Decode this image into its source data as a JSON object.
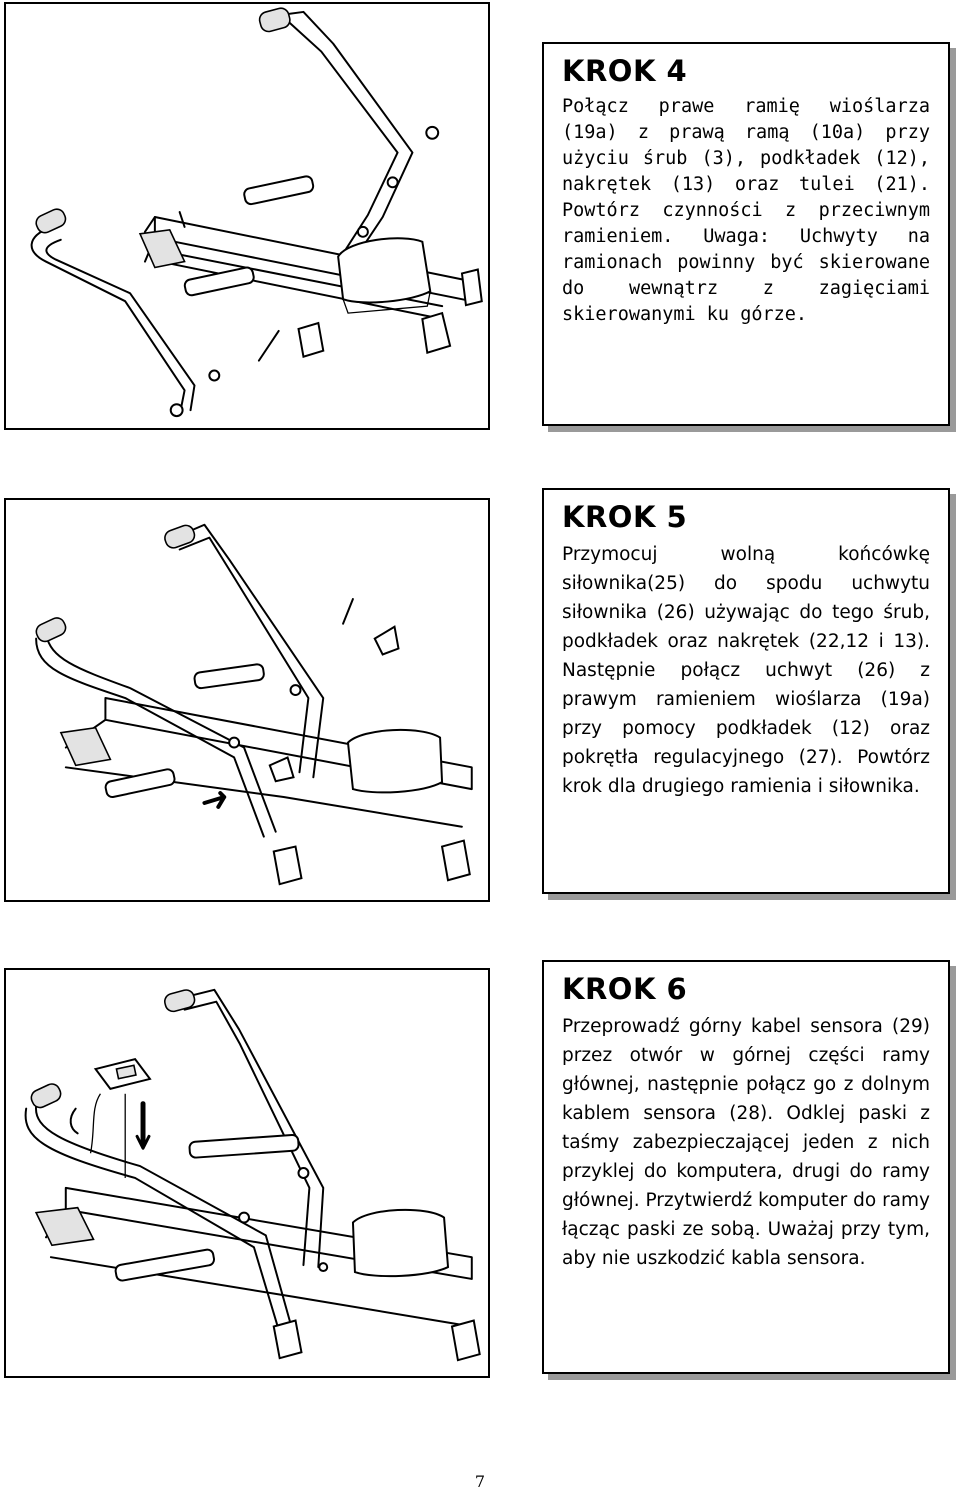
{
  "steps": [
    {
      "title": "KROK 4",
      "text": "Połącz prawe ramię wioślarza (19a) z prawą ramą (10a) przy użyciu śrub (3), podkładek (12), nakrętek (13) oraz tulei (21). Powtórz czynności z przeciwnym ramieniem. Uwaga: Uchwyty na ramionach powinny być skierowane do wewnątrz z zagięciami skierowanymi ku górze."
    },
    {
      "title": "KROK 5",
      "text": "Przymocuj wolną końcówkę siłownika(25) do spodu uchwytu siłownika (26) używając do tego śrub, podkładek oraz nakrętek (22,12 i 13). Następnie połącz uchwyt (26) z prawym ramieniem wioślarza (19a) przy pomocy podkładek (12) oraz pokrętła regulacyjnego (27). Powtórz krok dla drugiego ramienia i siłownika."
    },
    {
      "title": "KROK 6",
      "text": "Przeprowadź górny kabel sensora (29) przez otwór w górnej części ramy głównej, następnie połącz go z dolnym kablem sensora (28). Odklej paski z taśmy zabezpieczającej jeden z nich przyklej do komputera, drugi do ramy głównej. Przytwierdź komputer do ramy łącząc paski ze sobą. Uważaj przy tym, aby nie uszkodzić kabla sensora."
    }
  ],
  "page_number": "7"
}
